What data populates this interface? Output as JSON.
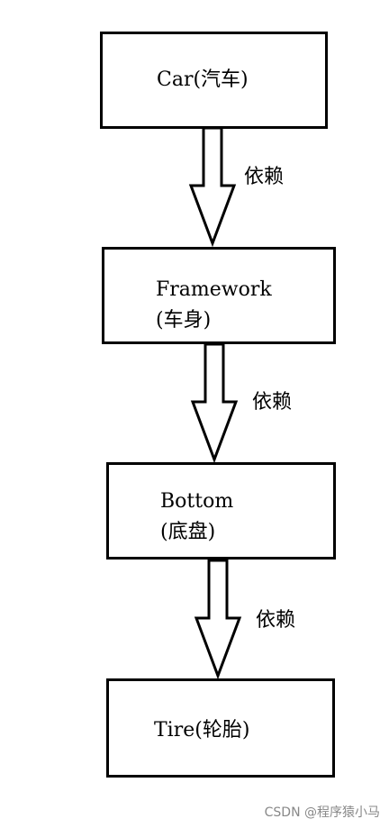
{
  "nodes": [
    {
      "lines": [
        "Car(汽车)"
      ]
    },
    {
      "lines": [
        "Framework",
        "(车身)"
      ]
    },
    {
      "lines": [
        "Bottom",
        "(底盘)"
      ]
    },
    {
      "lines": [
        "Tire(轮胎)"
      ]
    }
  ],
  "edges": [
    {
      "label": "依赖"
    },
    {
      "label": "依赖"
    },
    {
      "label": "依赖"
    }
  ],
  "watermark": "CSDN @程序猿小马"
}
